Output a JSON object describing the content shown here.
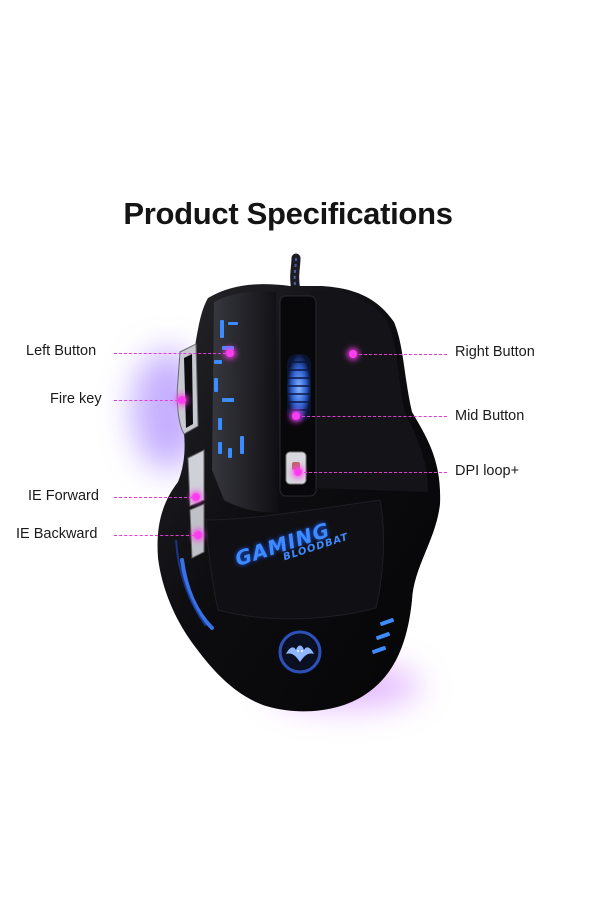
{
  "title": "Product Specifications",
  "callouts": {
    "left_button": "Left Button",
    "fire_key": "Fire key",
    "ie_forward": "IE Forward",
    "ie_backward": "IE Backward",
    "right_button": "Right Button",
    "mid_button": "Mid Button",
    "dpi_loop": "DPI loop+"
  },
  "mouse": {
    "logo_line1": "GAMING",
    "logo_line2": "BLOODBAT"
  },
  "colors": {
    "callout_accent": "#e53ad9",
    "led_blue": "#3d8cff",
    "mouse_body": "#0c0c0f"
  }
}
